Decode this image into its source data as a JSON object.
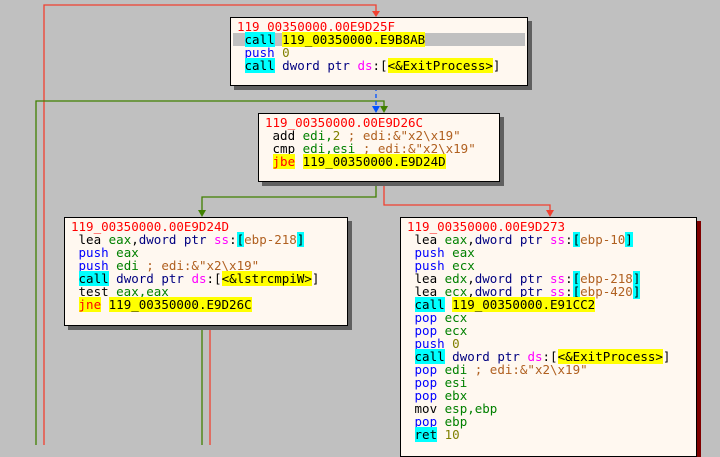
{
  "colors": {
    "background": "#c0c0c0",
    "block_bg": "#fff8f0",
    "true_edge": "#408000",
    "false_edge": "#ff4030",
    "unconditional_edge": "#0050ff"
  },
  "blocks": [
    {
      "id": "block-e9d25f",
      "lines": [
        [
          {
            "t": "119_00350000.00E9D25F",
            "c": "addr"
          }
        ],
        [
          {
            "t": " "
          },
          {
            "t": "call",
            "c": "call"
          },
          {
            "t": " "
          },
          {
            "t": "119_00350000.E9B8AB",
            "c": "lbl"
          }
        ],
        [
          {
            "t": " "
          },
          {
            "t": "push",
            "c": "push"
          },
          {
            "t": " "
          },
          {
            "t": "0",
            "c": "num"
          }
        ],
        [
          {
            "t": " "
          },
          {
            "t": "call",
            "c": "call"
          },
          {
            "t": " "
          },
          {
            "t": "dword ptr",
            "c": "ptr"
          },
          {
            "t": " "
          },
          {
            "t": "ds",
            "c": "seg"
          },
          {
            "t": ":["
          },
          {
            "t": "<&ExitProcess>",
            "c": "lbl"
          },
          {
            "t": "]"
          }
        ]
      ]
    },
    {
      "id": "block-e9d26c",
      "lines": [
        [
          {
            "t": "119_00350000.00E9D26C",
            "c": "addr"
          }
        ],
        [
          {
            "t": " add "
          },
          {
            "t": "edi",
            "c": "reg"
          },
          {
            "t": ",",
            "c": "reg"
          },
          {
            "t": "2",
            "c": "num"
          },
          {
            "t": " ; edi:&\"x2\\x19\"",
            "c": "cmt"
          }
        ],
        [
          {
            "t": " cmp "
          },
          {
            "t": "edi,esi",
            "c": "reg"
          },
          {
            "t": " ; edi:&\"x2\\x19\"",
            "c": "cmt"
          }
        ],
        [
          {
            "t": " "
          },
          {
            "t": "jbe",
            "c": "jmp"
          },
          {
            "t": " "
          },
          {
            "t": "119_00350000.E9D24D",
            "c": "lbl"
          }
        ]
      ]
    },
    {
      "id": "block-e9d24d",
      "lines": [
        [
          {
            "t": "119_00350000.00E9D24D",
            "c": "addr"
          }
        ],
        [
          {
            "t": " lea "
          },
          {
            "t": "eax",
            "c": "reg"
          },
          {
            "t": ","
          },
          {
            "t": "dword ptr",
            "c": "ptr"
          },
          {
            "t": " "
          },
          {
            "t": "ss",
            "c": "seg"
          },
          {
            "t": ":"
          },
          {
            "t": "[",
            "c": "brk"
          },
          {
            "t": "ebp-218",
            "c": "cmt"
          },
          {
            "t": "]",
            "c": "brk"
          }
        ],
        [
          {
            "t": " "
          },
          {
            "t": "push",
            "c": "push"
          },
          {
            "t": " "
          },
          {
            "t": "eax",
            "c": "reg"
          }
        ],
        [
          {
            "t": " "
          },
          {
            "t": "push",
            "c": "push"
          },
          {
            "t": " "
          },
          {
            "t": "edi",
            "c": "reg"
          },
          {
            "t": " ; edi:&\"x2\\x19\"",
            "c": "cmt"
          }
        ],
        [
          {
            "t": " "
          },
          {
            "t": "call",
            "c": "call"
          },
          {
            "t": " "
          },
          {
            "t": "dword ptr",
            "c": "ptr"
          },
          {
            "t": " "
          },
          {
            "t": "ds",
            "c": "seg"
          },
          {
            "t": ":["
          },
          {
            "t": "<&lstrcmpiW>",
            "c": "lbl"
          },
          {
            "t": "]"
          }
        ],
        [
          {
            "t": " test "
          },
          {
            "t": "eax,eax",
            "c": "reg"
          }
        ],
        [
          {
            "t": " "
          },
          {
            "t": "jne",
            "c": "jmp"
          },
          {
            "t": " "
          },
          {
            "t": "119_00350000.E9D26C",
            "c": "lbl"
          }
        ]
      ]
    },
    {
      "id": "block-e9d273",
      "lines": [
        [
          {
            "t": "119_00350000.00E9D273",
            "c": "addr"
          }
        ],
        [
          {
            "t": " lea "
          },
          {
            "t": "eax",
            "c": "reg"
          },
          {
            "t": ","
          },
          {
            "t": "dword ptr",
            "c": "ptr"
          },
          {
            "t": " "
          },
          {
            "t": "ss",
            "c": "seg"
          },
          {
            "t": ":"
          },
          {
            "t": "[",
            "c": "brk"
          },
          {
            "t": "ebp-10",
            "c": "cmt"
          },
          {
            "t": "]",
            "c": "brk"
          }
        ],
        [
          {
            "t": " "
          },
          {
            "t": "push",
            "c": "push"
          },
          {
            "t": " "
          },
          {
            "t": "eax",
            "c": "reg"
          }
        ],
        [
          {
            "t": " "
          },
          {
            "t": "push",
            "c": "push"
          },
          {
            "t": " "
          },
          {
            "t": "ecx",
            "c": "reg"
          }
        ],
        [
          {
            "t": " lea "
          },
          {
            "t": "edx",
            "c": "reg"
          },
          {
            "t": ","
          },
          {
            "t": "dword ptr",
            "c": "ptr"
          },
          {
            "t": " "
          },
          {
            "t": "ss",
            "c": "seg"
          },
          {
            "t": ":"
          },
          {
            "t": "[",
            "c": "brk"
          },
          {
            "t": "ebp-218",
            "c": "cmt"
          },
          {
            "t": "]",
            "c": "brk"
          }
        ],
        [
          {
            "t": " lea "
          },
          {
            "t": "ecx",
            "c": "reg"
          },
          {
            "t": ","
          },
          {
            "t": "dword ptr",
            "c": "ptr"
          },
          {
            "t": " "
          },
          {
            "t": "ss",
            "c": "seg"
          },
          {
            "t": ":"
          },
          {
            "t": "[",
            "c": "brk"
          },
          {
            "t": "ebp-420",
            "c": "cmt"
          },
          {
            "t": "]",
            "c": "brk"
          }
        ],
        [
          {
            "t": " "
          },
          {
            "t": "call",
            "c": "call"
          },
          {
            "t": " "
          },
          {
            "t": "119_00350000.E91CC2",
            "c": "lbl"
          }
        ],
        [
          {
            "t": " "
          },
          {
            "t": "pop",
            "c": "push"
          },
          {
            "t": " "
          },
          {
            "t": "ecx",
            "c": "reg"
          }
        ],
        [
          {
            "t": " "
          },
          {
            "t": "pop",
            "c": "push"
          },
          {
            "t": " "
          },
          {
            "t": "ecx",
            "c": "reg"
          }
        ],
        [
          {
            "t": " "
          },
          {
            "t": "push",
            "c": "push"
          },
          {
            "t": " "
          },
          {
            "t": "0",
            "c": "num"
          }
        ],
        [
          {
            "t": " "
          },
          {
            "t": "call",
            "c": "call"
          },
          {
            "t": " "
          },
          {
            "t": "dword ptr",
            "c": "ptr"
          },
          {
            "t": " "
          },
          {
            "t": "ds",
            "c": "seg"
          },
          {
            "t": ":["
          },
          {
            "t": "<&ExitProcess>",
            "c": "lbl"
          },
          {
            "t": "]"
          }
        ],
        [
          {
            "t": " "
          },
          {
            "t": "pop",
            "c": "push"
          },
          {
            "t": " "
          },
          {
            "t": "edi",
            "c": "reg"
          },
          {
            "t": " ; edi:&\"x2\\x19\"",
            "c": "cmt"
          }
        ],
        [
          {
            "t": " "
          },
          {
            "t": "pop",
            "c": "push"
          },
          {
            "t": " "
          },
          {
            "t": "esi",
            "c": "reg"
          }
        ],
        [
          {
            "t": " "
          },
          {
            "t": "pop",
            "c": "push"
          },
          {
            "t": " "
          },
          {
            "t": "ebx",
            "c": "reg"
          }
        ],
        [
          {
            "t": " mov "
          },
          {
            "t": "esp,ebp",
            "c": "reg"
          }
        ],
        [
          {
            "t": " "
          },
          {
            "t": "pop",
            "c": "push"
          },
          {
            "t": " "
          },
          {
            "t": "ebp",
            "c": "reg"
          }
        ],
        [
          {
            "t": " "
          },
          {
            "t": "ret",
            "c": "ret"
          },
          {
            "t": " "
          },
          {
            "t": "10",
            "c": "num"
          }
        ]
      ]
    }
  ]
}
